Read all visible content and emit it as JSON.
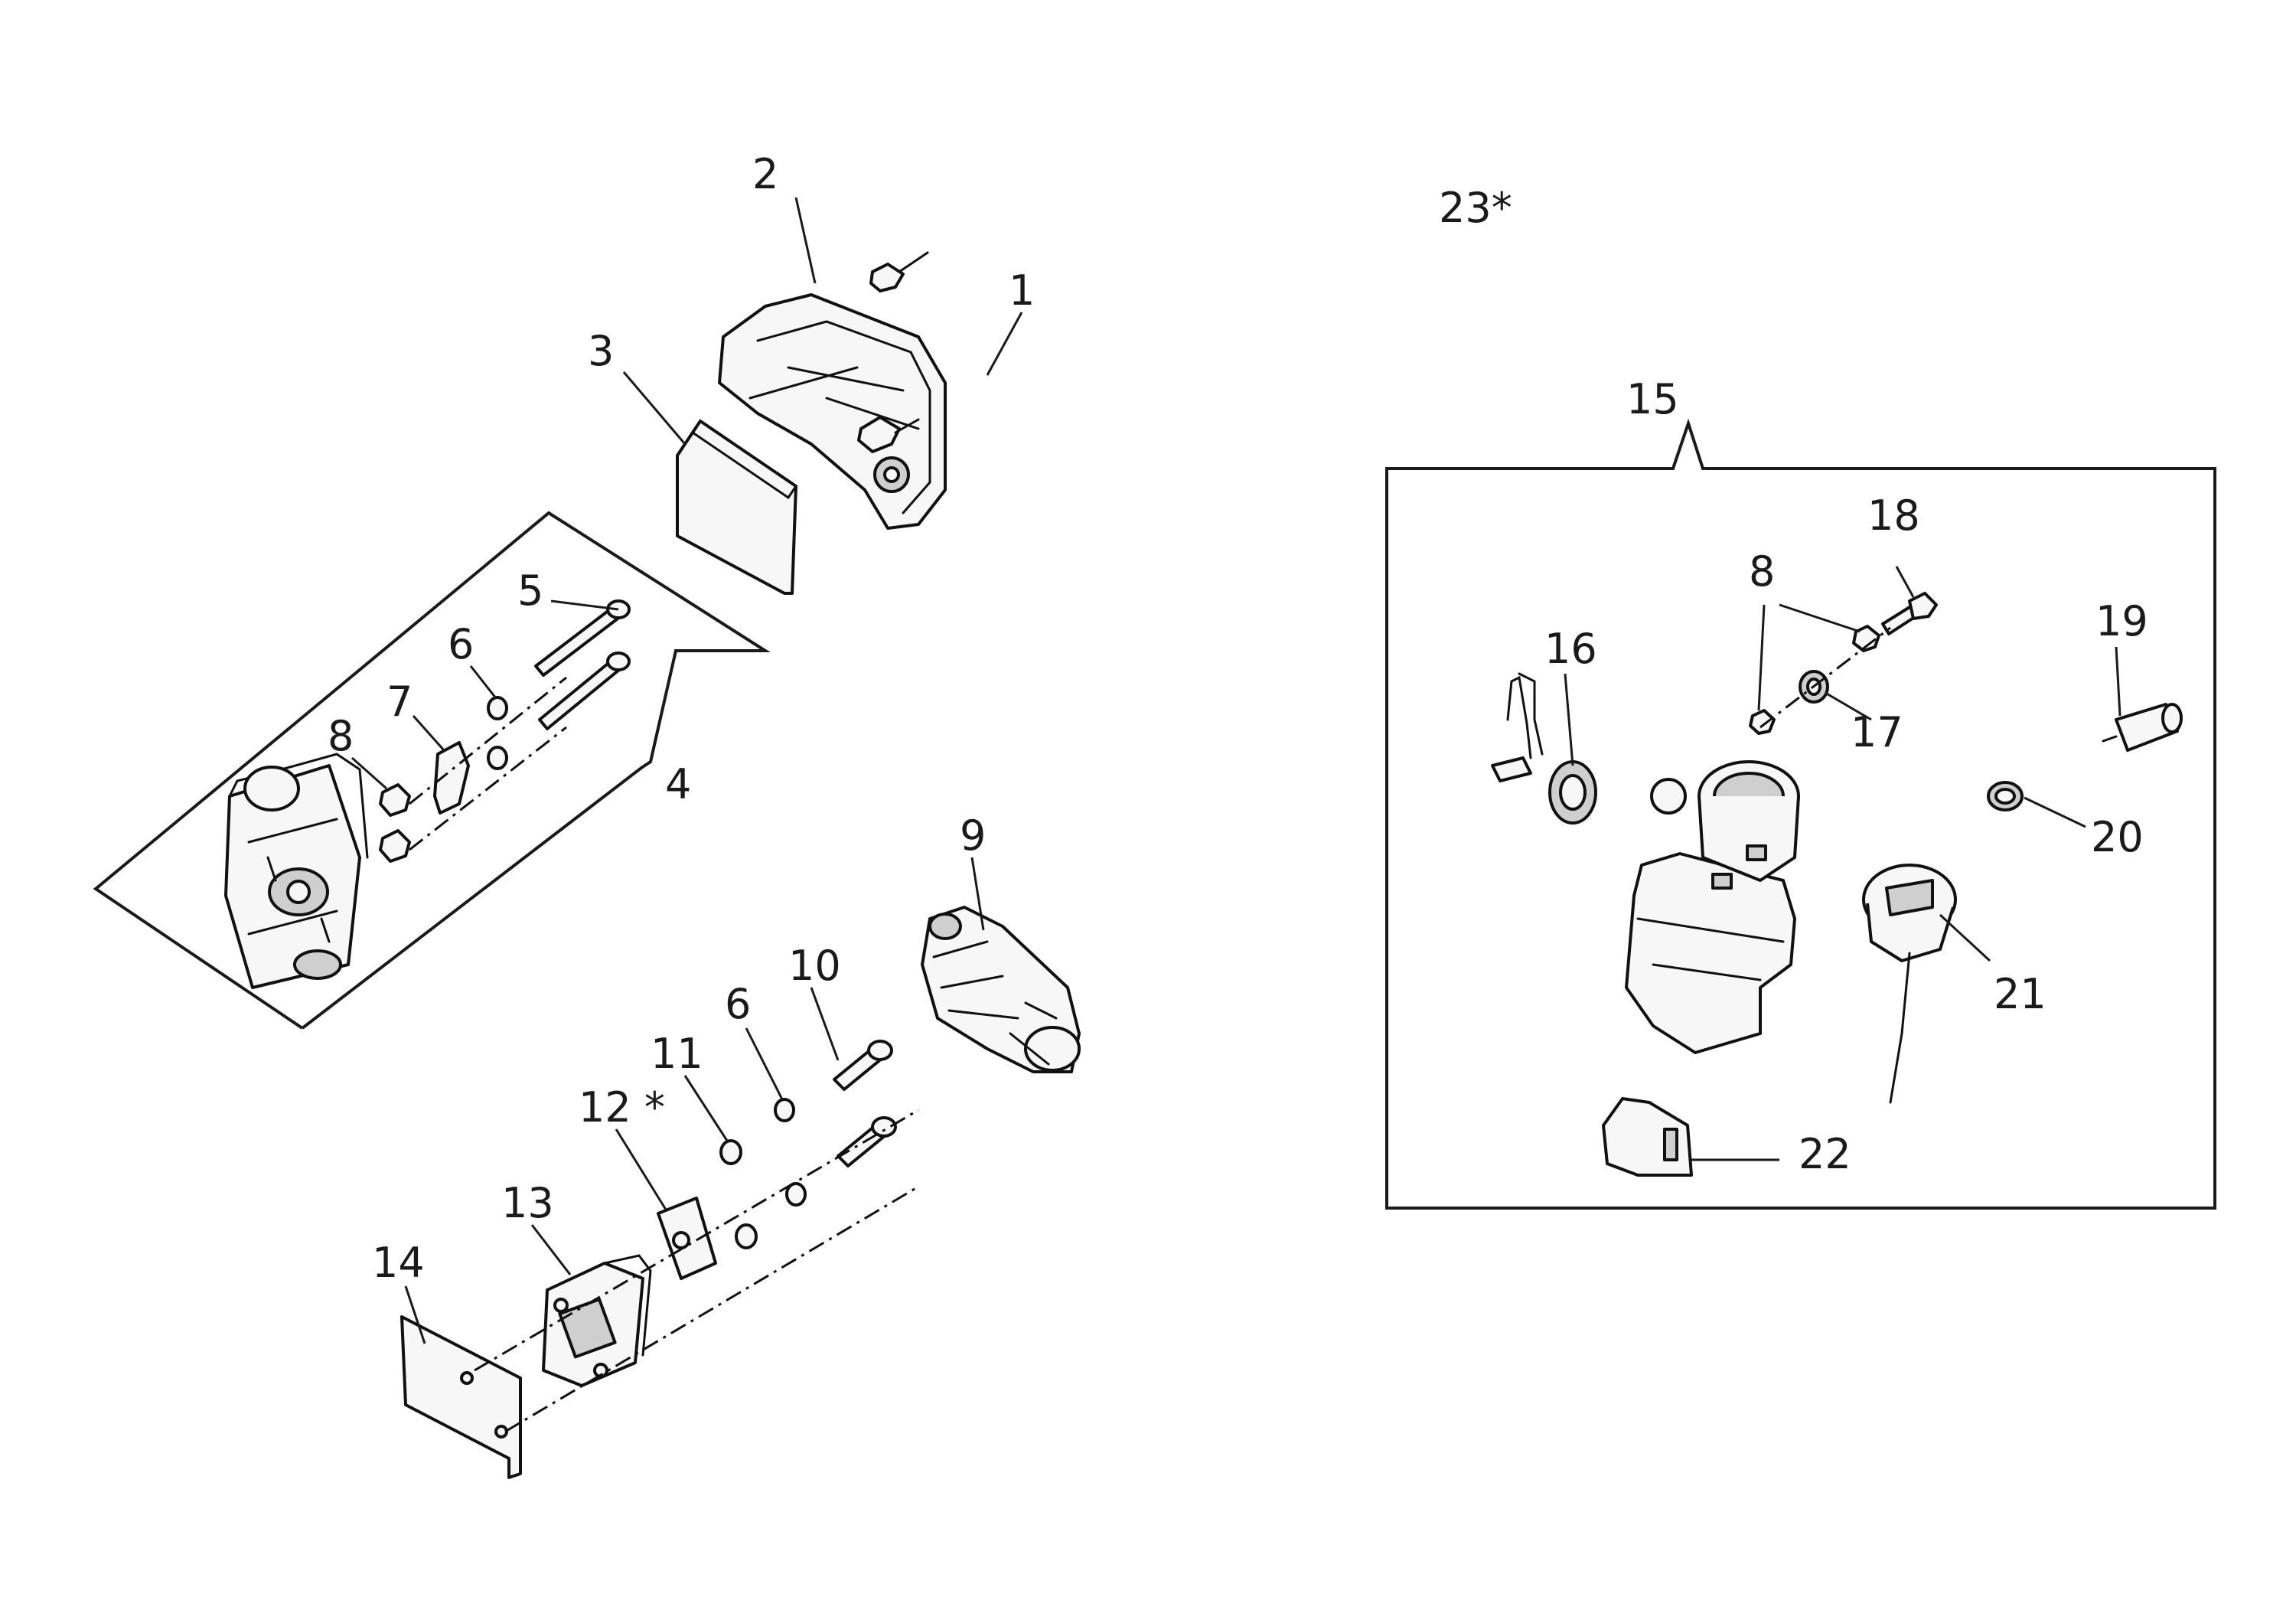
{
  "callouts": {
    "c1": "1",
    "c2": "2",
    "c3": "3",
    "c4": "4",
    "c5": "5",
    "c6a": "6",
    "c6b": "6",
    "c7": "7",
    "c8a": "8",
    "c8b": "8",
    "c9": "9",
    "c10": "10",
    "c11": "11",
    "c12": "12 *",
    "c13": "13",
    "c14": "14",
    "c15": "15",
    "c16": "16",
    "c17": "17",
    "c18": "18",
    "c19": "19",
    "c20": "20",
    "c21": "21",
    "c22": "22",
    "c23": "23*"
  }
}
